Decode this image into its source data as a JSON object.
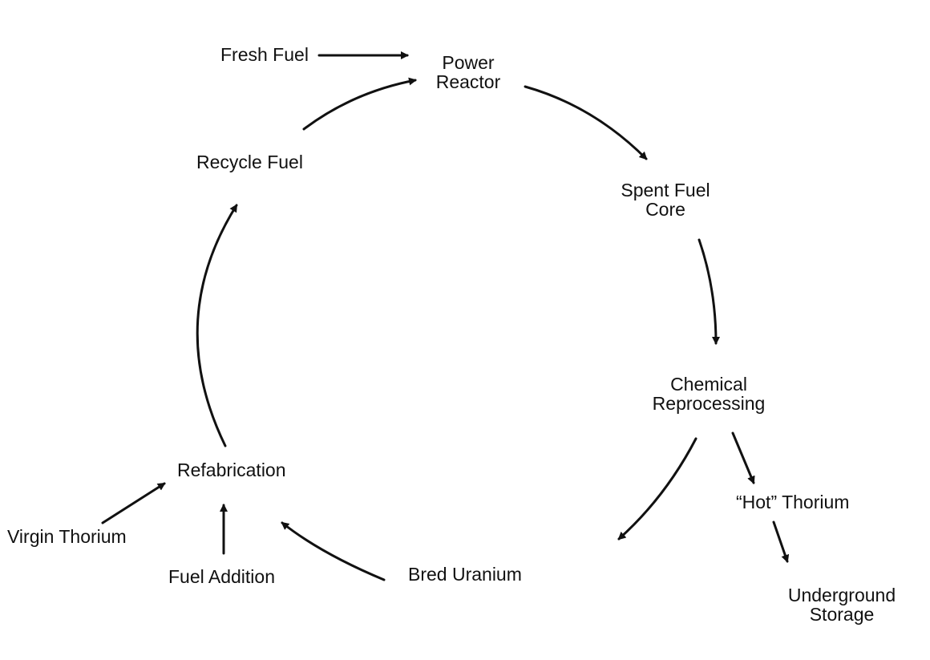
{
  "nodes": {
    "fresh_fuel": "Fresh Fuel",
    "power_reactor": [
      "Power",
      "Reactor"
    ],
    "spent_fuel_core": [
      "Spent Fuel",
      "Core"
    ],
    "chemical_reprocessing": [
      "Chemical",
      "Reprocessing"
    ],
    "hot_thorium": "“Hot” Thorium",
    "underground_storage": [
      "Underground",
      "Storage"
    ],
    "bred_uranium": "Bred Uranium",
    "refabrication": "Refabrication",
    "virgin_thorium": "Virgin Thorium",
    "fuel_addition": "Fuel Addition",
    "recycle_fuel": "Recycle Fuel"
  },
  "edges": [
    {
      "from": "Fresh Fuel",
      "to": "Power Reactor"
    },
    {
      "from": "Power Reactor",
      "to": "Spent Fuel Core"
    },
    {
      "from": "Spent Fuel Core",
      "to": "Chemical Reprocessing"
    },
    {
      "from": "Chemical Reprocessing",
      "to": "Bred Uranium"
    },
    {
      "from": "Chemical Reprocessing",
      "to": "“Hot” Thorium"
    },
    {
      "from": "“Hot” Thorium",
      "to": "Underground Storage"
    },
    {
      "from": "Bred Uranium",
      "to": "Refabrication"
    },
    {
      "from": "Virgin Thorium",
      "to": "Refabrication"
    },
    {
      "from": "Fuel Addition",
      "to": "Refabrication"
    },
    {
      "from": "Refabrication",
      "to": "Recycle Fuel"
    },
    {
      "from": "Recycle Fuel",
      "to": "Power Reactor"
    }
  ]
}
